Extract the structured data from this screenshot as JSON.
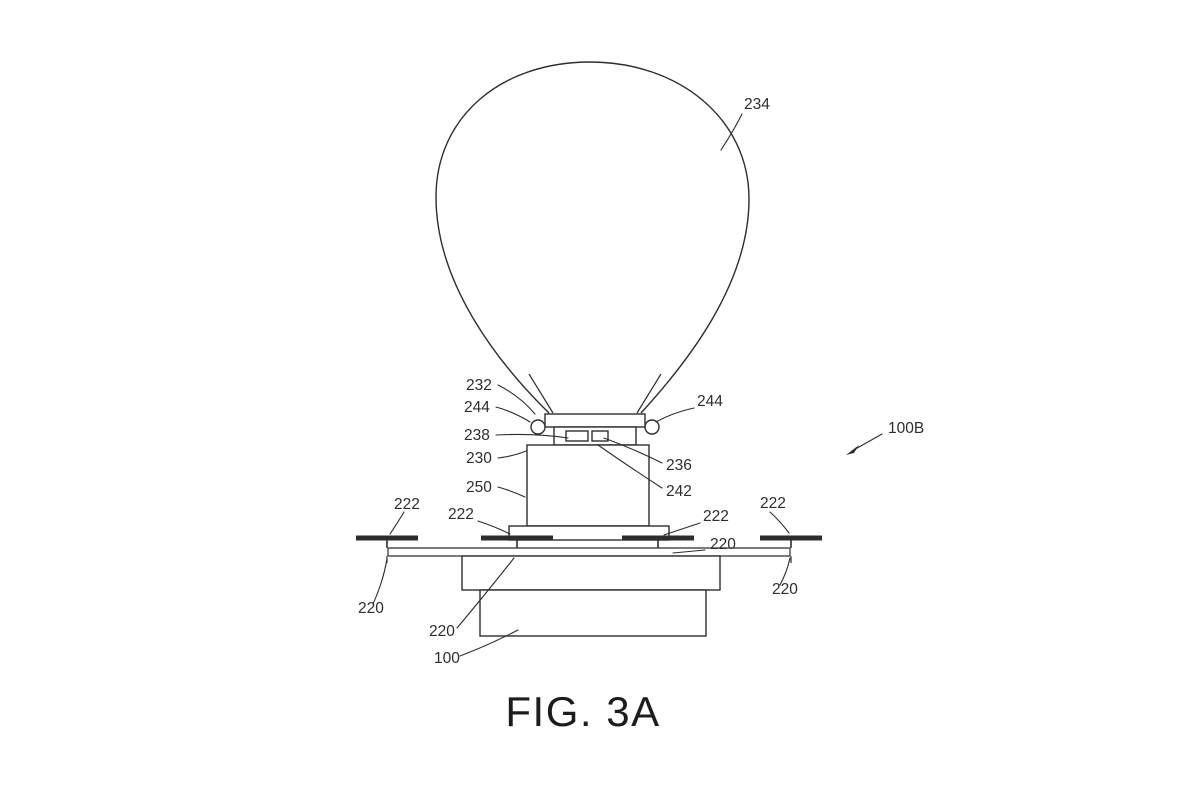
{
  "figure": {
    "caption": "FIG. 3A",
    "refs": {
      "r234": "234",
      "r232": "232",
      "r244_left": "244",
      "r244_right": "244",
      "r238": "238",
      "r230": "230",
      "r236": "236",
      "r242": "242",
      "r250": "250",
      "r222_far_left": "222",
      "r222_inner_left": "222",
      "r222_inner_right": "222",
      "r222_far_right": "222",
      "r220_far_left": "220",
      "r220_inner_left": "220",
      "r220_inner_right": "220",
      "r220_far_right": "220",
      "r100": "100",
      "r100B": "100B"
    }
  },
  "colors": {
    "ink": "#2d2d2d",
    "background": "#ffffff"
  }
}
